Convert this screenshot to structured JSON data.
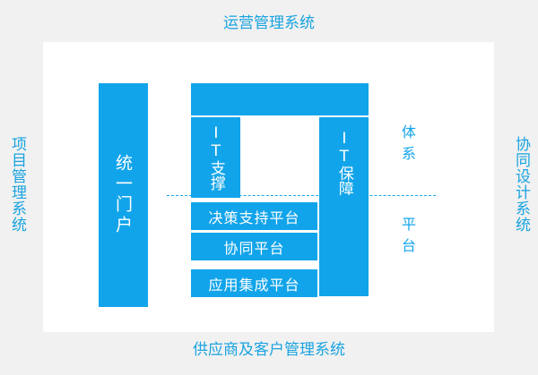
{
  "outer": {
    "top": "运营管理系统",
    "bottom": "供应商及客户管理系统",
    "left": "项目管理系统",
    "right": "协同设计系统"
  },
  "inner": {
    "portal": "统一门户",
    "it_support": "IT支撑",
    "it_guarantee": "IT保障",
    "decision": "决策支持平台",
    "collab": "协同平台",
    "app_integration": "应用集成平台",
    "system_label": "体系",
    "platform_label": "平台"
  },
  "colors": {
    "accent": "#12a4ea",
    "label": "#1aa3e0",
    "background": "#f1f1f1",
    "canvas": "#ffffff"
  }
}
